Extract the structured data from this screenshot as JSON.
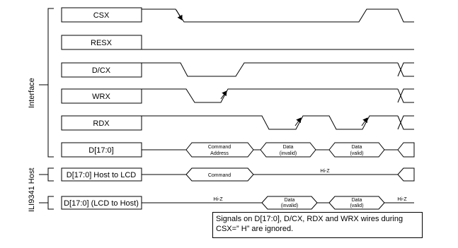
{
  "groups": {
    "interface": "Interface",
    "host": "ILI9341 Host"
  },
  "signals": {
    "csx": "CSX",
    "resx": "RESX",
    "dcx": "D/CX",
    "wrx": "WRX",
    "rdx": "RDX",
    "data": "D[17:0]",
    "host_to_lcd": "D[17:0] Host to LCD",
    "lcd_to_host": "D[17:0] (LCD to Host)"
  },
  "bus_labels": {
    "command_address_1": "Command",
    "command_address_2": "Address",
    "data_invalid_1": "Data",
    "data_invalid_2": "(invalid)",
    "data_valid_1": "Data",
    "data_valid_2": "(valid)",
    "command": "Command",
    "hiz": "Hi-Z"
  },
  "note": "Signals on D[17:0], D/CX, RDX and WRX wires during CSX=” H” are ignored."
}
